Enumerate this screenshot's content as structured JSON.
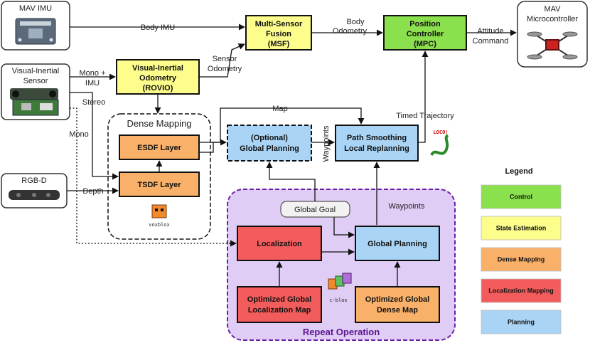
{
  "sensors": {
    "mav_imu": "MAV IMU",
    "vi_sensor_l1": "Visual-Inertial",
    "vi_sensor_l2": "Sensor",
    "rgbd": "RGB-D"
  },
  "mav_microcontroller": {
    "l1": "MAV",
    "l2": "Microcontroller"
  },
  "nodes": {
    "rovio": {
      "l1": "Visual-Inertial",
      "l2": "Odometry",
      "l3": "(ROVIO)"
    },
    "msf": {
      "l1": "Multi-Sensor",
      "l2": "Fusion",
      "l3": "(MSF)"
    },
    "mpc": {
      "l1": "Position",
      "l2": "Controller",
      "l3": "(MPC)"
    },
    "esdf": "ESDF Layer",
    "tsdf": "TSDF Layer",
    "opt_global_planning": {
      "l1": "(Optional)",
      "l2": "Global Planning"
    },
    "path_smoothing": {
      "l1": "Path Smoothing",
      "l2": "Local Replanning"
    },
    "localization": "Localization",
    "global_planning": "Global Planning",
    "opt_loc_map": {
      "l1": "Optimized Global",
      "l2": "Localization Map"
    },
    "opt_dense_map": {
      "l1": "Optimized Global",
      "l2": "Dense Map"
    },
    "global_goal": "Global Goal"
  },
  "groups": {
    "dense_mapping": "Dense Mapping",
    "repeat_operation": "Repeat Operation"
  },
  "edge_labels": {
    "body_imu": "Body IMU",
    "body_odometry_l1": "Body",
    "body_odometry_l2": "Odometry",
    "attitude_command_l1": "Attitude",
    "attitude_command_l2": "Command",
    "mono_imu_l1": "Mono +",
    "mono_imu_l2": "IMU",
    "sensor_odometry_l1": "Sensor",
    "sensor_odometry_l2": "Odometry",
    "stereo": "Stereo",
    "mono": "Mono",
    "depth": "Depth",
    "map": "Map",
    "timed_trajectory": "Timed Trajectory",
    "waypoints_vertical": "Waypoints",
    "waypoints": "Waypoints"
  },
  "logos": {
    "voxblox": "voxblox",
    "cblox": "c-blox",
    "loco": "LOCO!"
  },
  "legend": {
    "title": "Legend",
    "items": [
      {
        "label": "Control",
        "color": "#8be04e"
      },
      {
        "label": "State Estimation",
        "color": "#fdfd8c"
      },
      {
        "label": "Dense Mapping",
        "color": "#f9b16a"
      },
      {
        "label": "Localization Mapping",
        "color": "#f35c5c"
      },
      {
        "label": "Planning",
        "color": "#a9d4f5"
      }
    ]
  },
  "colors": {
    "control": "#8be04e",
    "state_estimation": "#fdfd8c",
    "dense_mapping": "#f9b16a",
    "localization_mapping": "#f35c5c",
    "planning": "#a9d4f5",
    "repeat_bg": "#e0cdf5",
    "repeat_border": "#6a1fa8"
  }
}
